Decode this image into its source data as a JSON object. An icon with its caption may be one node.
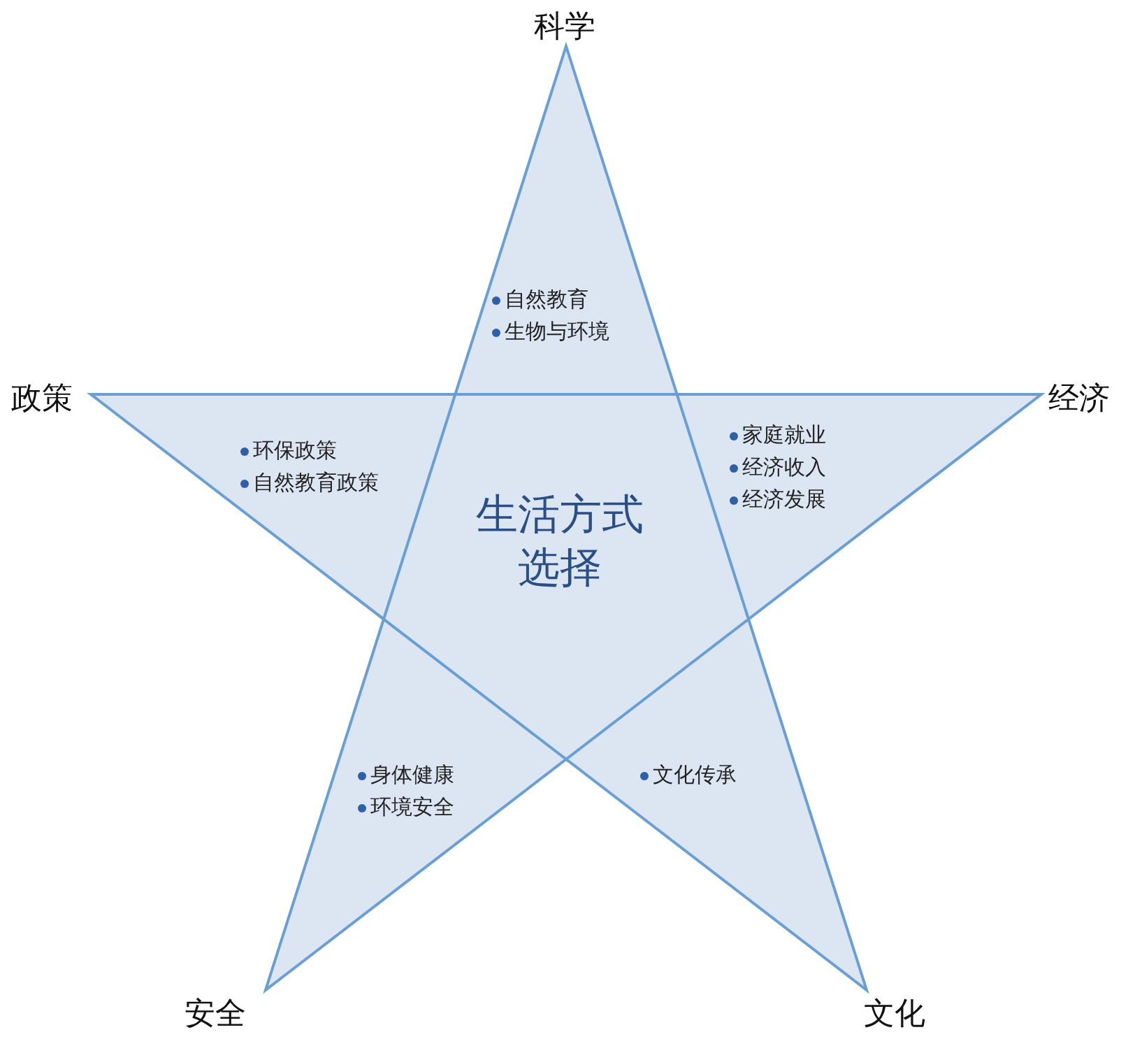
{
  "diagram": {
    "nodes": [
      {
        "text": [
          "生活方式选择"
        ]
      }
    ],
    "labels": [
      "科学",
      "自然教育",
      "生物与环境",
      "政策",
      "环保政策",
      "自然教育政策",
      "经济",
      "家庭就业",
      "经济收入",
      "经济发展",
      "身体健康",
      "环境安全",
      "文化传承",
      "安全",
      "文化"
    ]
  }
}
